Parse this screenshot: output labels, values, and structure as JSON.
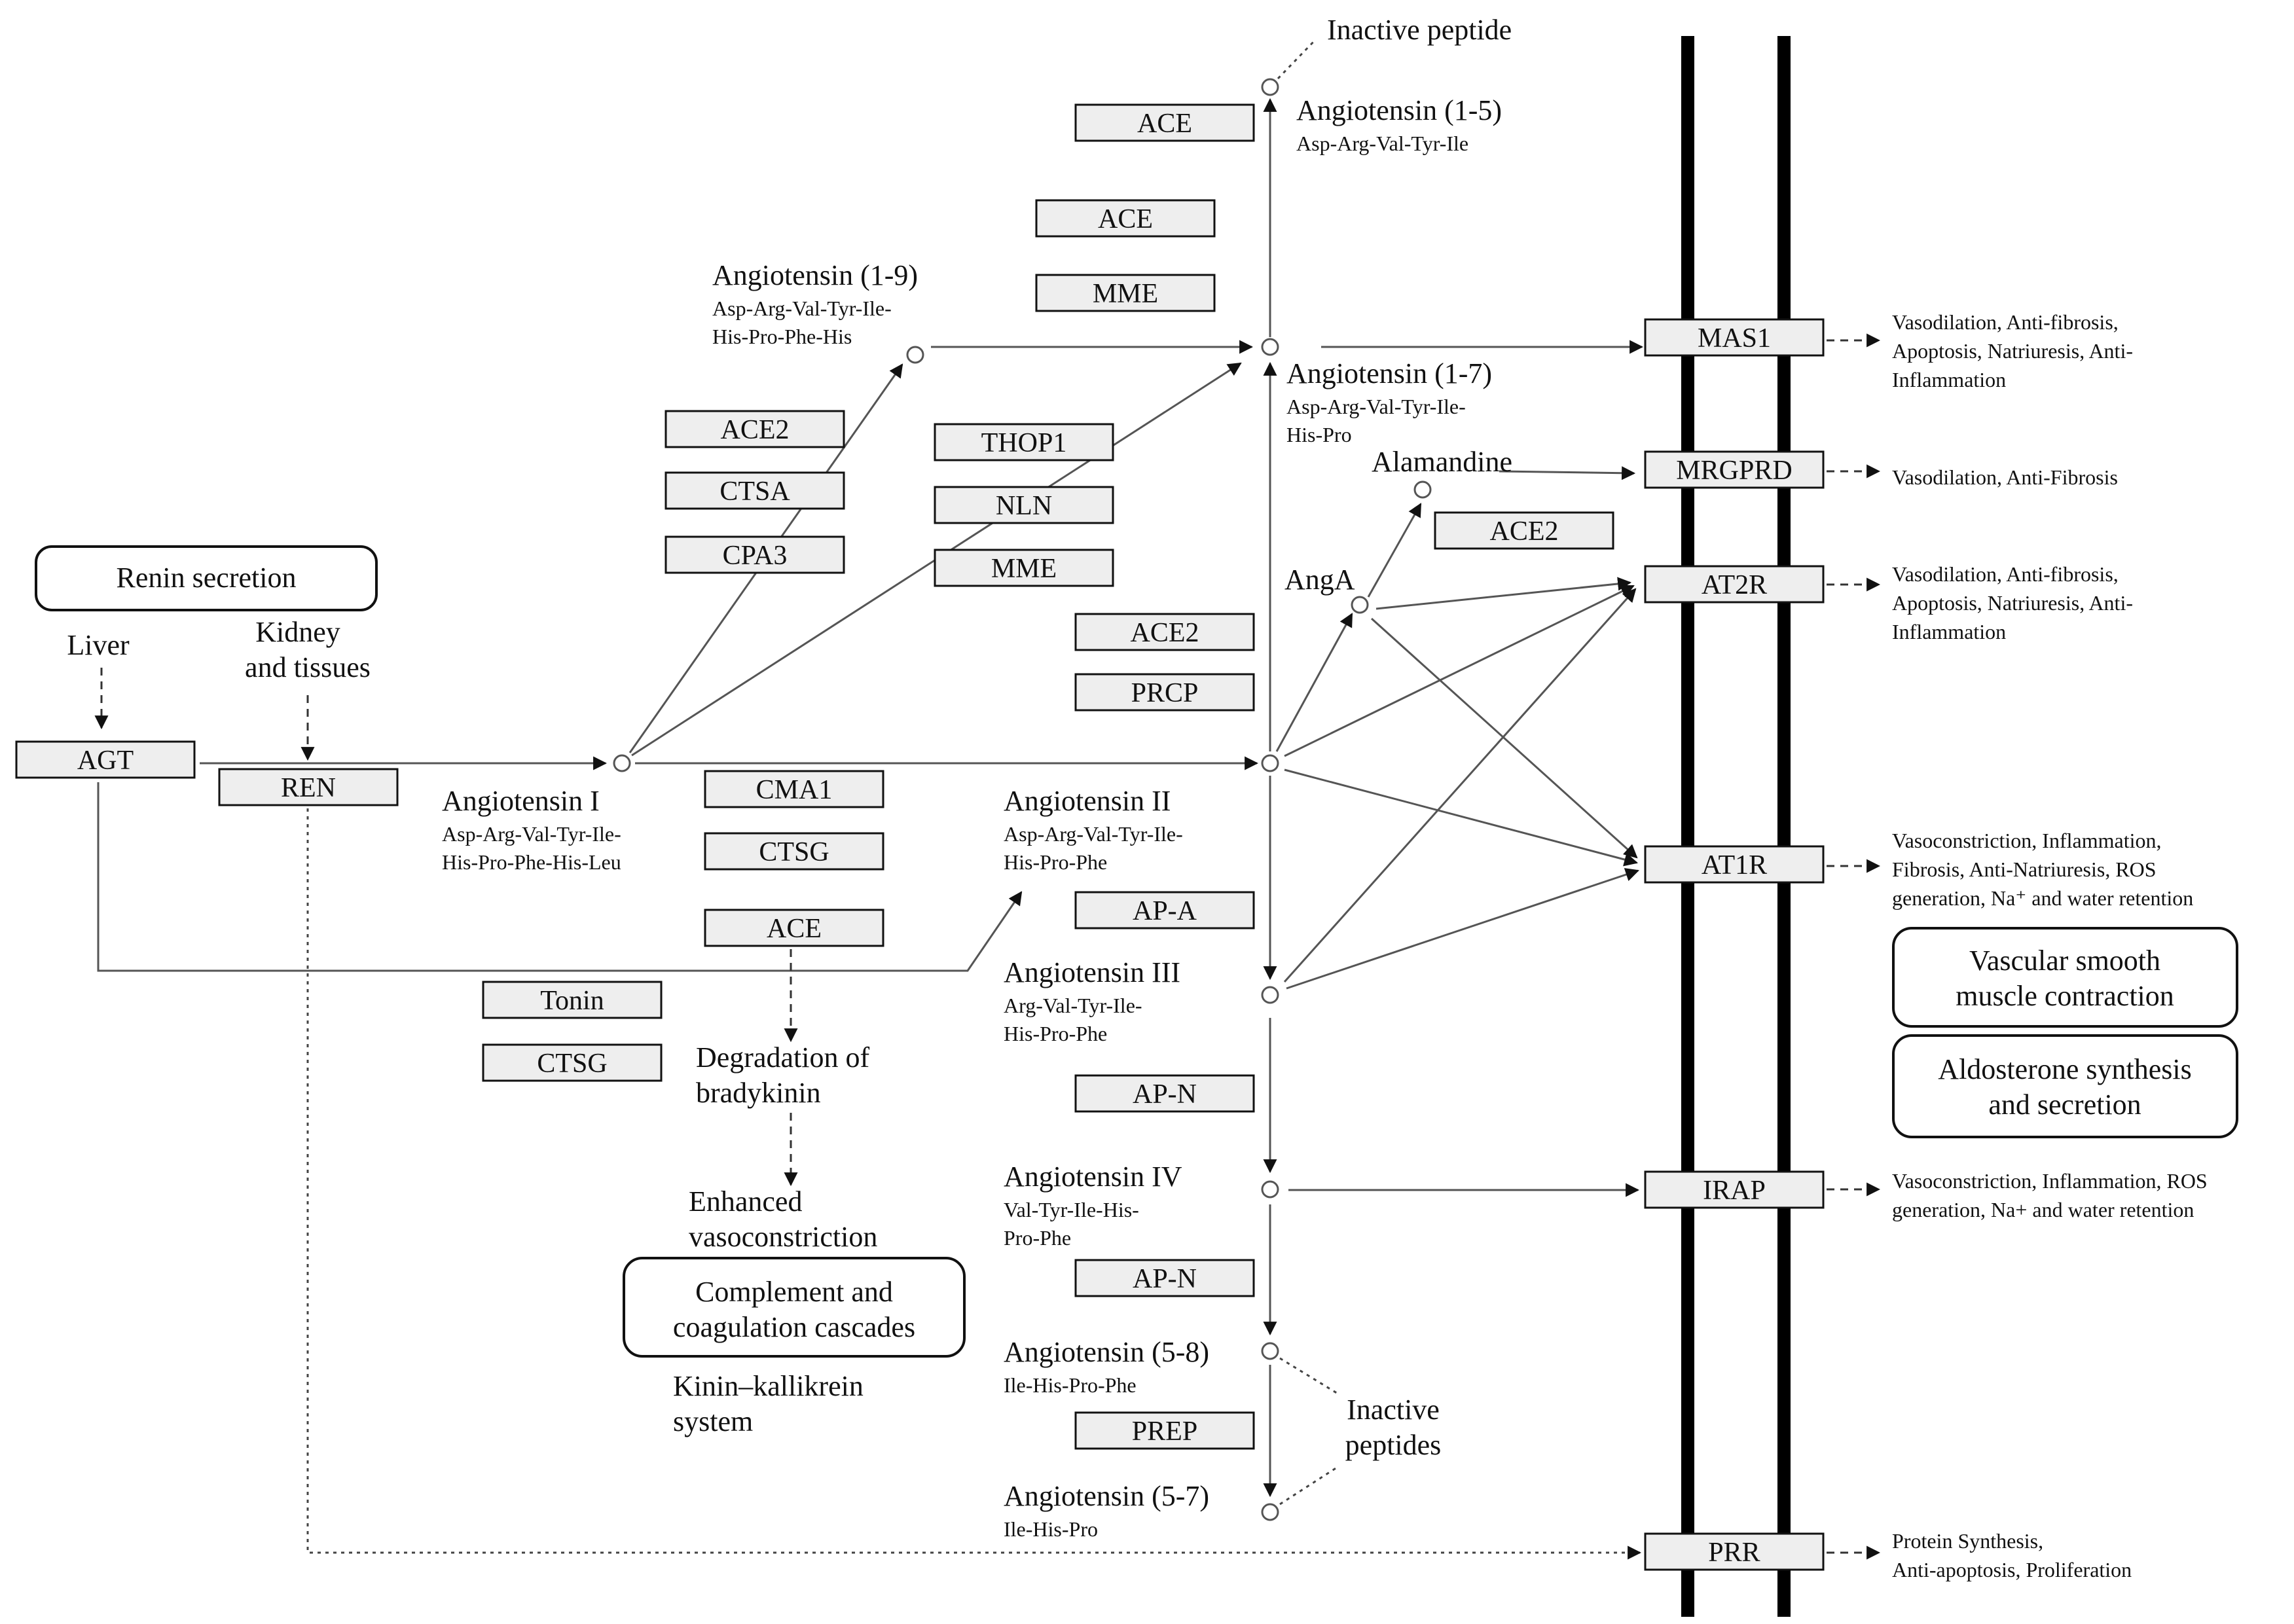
{
  "enzymes": {
    "agt": "AGT",
    "ren": "REN",
    "ace_top": "ACE",
    "ace_mid1": "ACE",
    "mme_1": "MME",
    "ace2_1": "ACE2",
    "ctsa": "CTSA",
    "cpa3": "CPA3",
    "thop1": "THOP1",
    "nln": "NLN",
    "mme_2": "MME",
    "ace2_2": "ACE2",
    "prcp": "PRCP",
    "cma1": "CMA1",
    "ctsg_1": "CTSG",
    "ace_low": "ACE",
    "tonin": "Tonin",
    "ctsg_2": "CTSG",
    "ap_a": "AP-A",
    "ap_n1": "AP-N",
    "ap_n2": "AP-N",
    "prep": "PREP",
    "ace2_3": "ACE2"
  },
  "receptors": {
    "mas1": "MAS1",
    "mrgprd": "MRGPRD",
    "at2r": "AT2R",
    "at1r": "AT1R",
    "irap": "IRAP",
    "prr": "PRR"
  },
  "processes": {
    "renin_secretion": "Renin secretion",
    "complement_1": "Complement and",
    "complement_2": "coagulation cascades",
    "vsmc_1": "Vascular smooth",
    "vsmc_2": "muscle contraction",
    "aldo_1": "Aldosterone synthesis",
    "aldo_2": "and secretion"
  },
  "labels": {
    "liver": "Liver",
    "kidney_1": "Kidney",
    "kidney_2": "and tissues",
    "inactive_peptide": "Inactive peptide",
    "inactive_peptides_1": "Inactive",
    "inactive_peptides_2": "peptides",
    "ang1_5": "Angiotensin (1-5)",
    "ang1_5_seq": "Asp-Arg-Val-Tyr-Ile",
    "ang1_9": "Angiotensin (1-9)",
    "ang1_9_seq1": "Asp-Arg-Val-Tyr-Ile-",
    "ang1_9_seq2": "His-Pro-Phe-His",
    "ang1_7": "Angiotensin (1-7)",
    "ang1_7_seq1": "Asp-Arg-Val-Tyr-Ile-",
    "ang1_7_seq2": "His-Pro",
    "alamandine": "Alamandine",
    "anga": "AngA",
    "ang1": "Angiotensin I",
    "ang1_seq1": "Asp-Arg-Val-Tyr-Ile-",
    "ang1_seq2": "His-Pro-Phe-His-Leu",
    "ang2": "Angiotensin II",
    "ang2_seq1": "Asp-Arg-Val-Tyr-Ile-",
    "ang2_seq2": "His-Pro-Phe",
    "ang3": "Angiotensin III",
    "ang3_seq1": "Arg-Val-Tyr-Ile-",
    "ang3_seq2": "His-Pro-Phe",
    "ang4": "Angiotensin IV",
    "ang4_seq1": "Val-Tyr-Ile-His-",
    "ang4_seq2": "Pro-Phe",
    "ang5_8": "Angiotensin (5-8)",
    "ang5_8_seq": "Ile-His-Pro-Phe",
    "ang5_7": "Angiotensin (5-7)",
    "ang5_7_seq": "Ile-His-Pro",
    "degradation_1": "Degradation of",
    "degradation_2": "bradykinin",
    "enhanced_1": "Enhanced",
    "enhanced_2": "vasoconstriction",
    "kinin_1": "Kinin–kallikrein",
    "kinin_2": "system"
  },
  "effects": {
    "mas1_1": "Vasodilation, Anti-fibrosis,",
    "mas1_2": "Apoptosis, Natriuresis, Anti-",
    "mas1_3": "Inflammation",
    "mrgprd_1": "Vasodilation, Anti-Fibrosis",
    "at2r_1": "Vasodilation, Anti-fibrosis,",
    "at2r_2": "Apoptosis, Natriuresis, Anti-",
    "at2r_3": "Inflammation",
    "at1r_1": "Vasoconstriction, Inflammation,",
    "at1r_2": "Fibrosis, Anti-Natriuresis, ROS",
    "at1r_3": "generation, Na⁺ and water retention",
    "irap_1": "Vasoconstriction, Inflammation, ROS",
    "irap_2": "generation, Na+ and water retention",
    "prr_1": "Protein Synthesis,",
    "prr_2": "Anti-apoptosis, Proliferation"
  }
}
